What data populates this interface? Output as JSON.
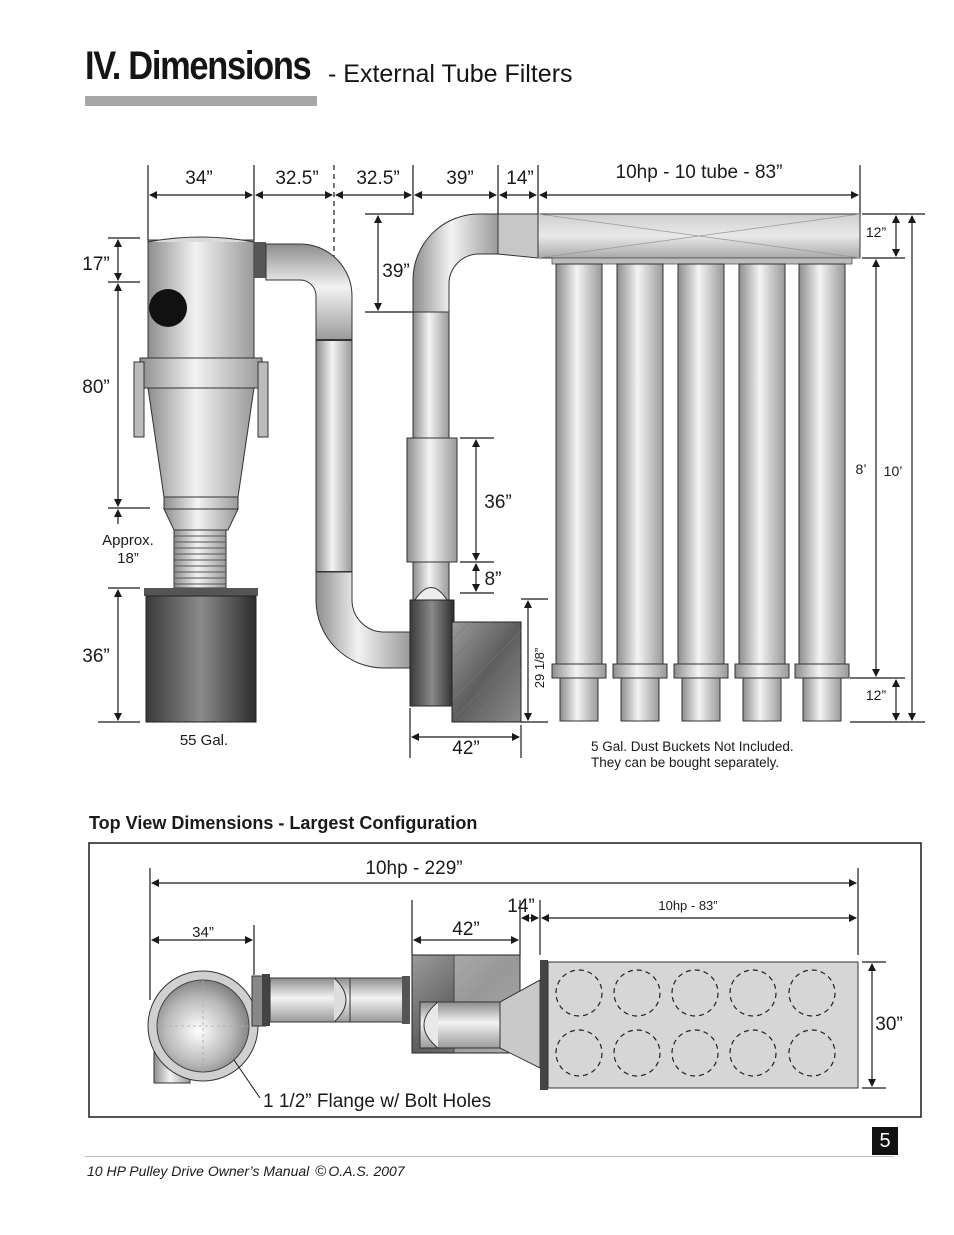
{
  "header": {
    "title": "IV. Dimensions",
    "subtitle": "- External Tube Filters"
  },
  "side_view": {
    "top_dims": [
      "34”",
      "32.5”",
      "32.5”",
      "39”",
      "14”",
      "10hp - 10 tube - 83”"
    ],
    "left_dims": [
      "17”",
      "80”",
      "Approx.",
      "18”",
      "36”"
    ],
    "duct_dims": [
      "39”",
      "36”",
      "8”",
      "29 1/8”",
      "42”"
    ],
    "right_dims": [
      "12”",
      "8’",
      "10’",
      "12”"
    ],
    "barrel_label": "55 Gal.",
    "note_line1": "5 Gal. Dust Buckets Not Included.",
    "note_line2": "They can be bought separately."
  },
  "top_view": {
    "title": "Top View Dimensions - Largest Configuration",
    "overall": "10hp - 229”",
    "dim_34": "34”",
    "dim_42": "42”",
    "dim_14": "14”",
    "dim_83": "10hp - 83”",
    "dim_30": "30”",
    "flange_label": "1 1/2” Flange w/ Bolt Holes"
  },
  "page_number": "5",
  "footer": {
    "manual": "10 HP Pulley Drive Owner’s Manual",
    "copyright_symbol": "©",
    "copyright": "O.A.S. 2007"
  }
}
